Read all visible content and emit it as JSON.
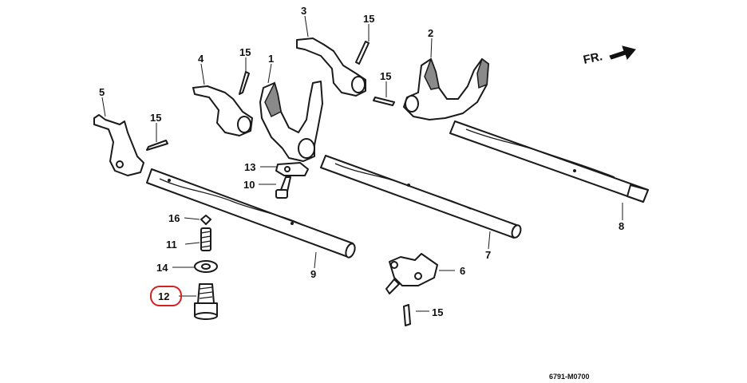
{
  "diagram": {
    "labels": {
      "p1": "1",
      "p2": "2",
      "p3": "3",
      "p4": "4",
      "p5": "5",
      "p6": "6",
      "p7": "7",
      "p8": "8",
      "p9": "9",
      "p10": "10",
      "p11": "11",
      "p12": "12",
      "p13": "13",
      "p14": "14",
      "p15": "15",
      "p16": "16"
    },
    "direction_label": "FR.",
    "diagram_code": "6791-M0700",
    "highlight_color": "#d62020"
  }
}
